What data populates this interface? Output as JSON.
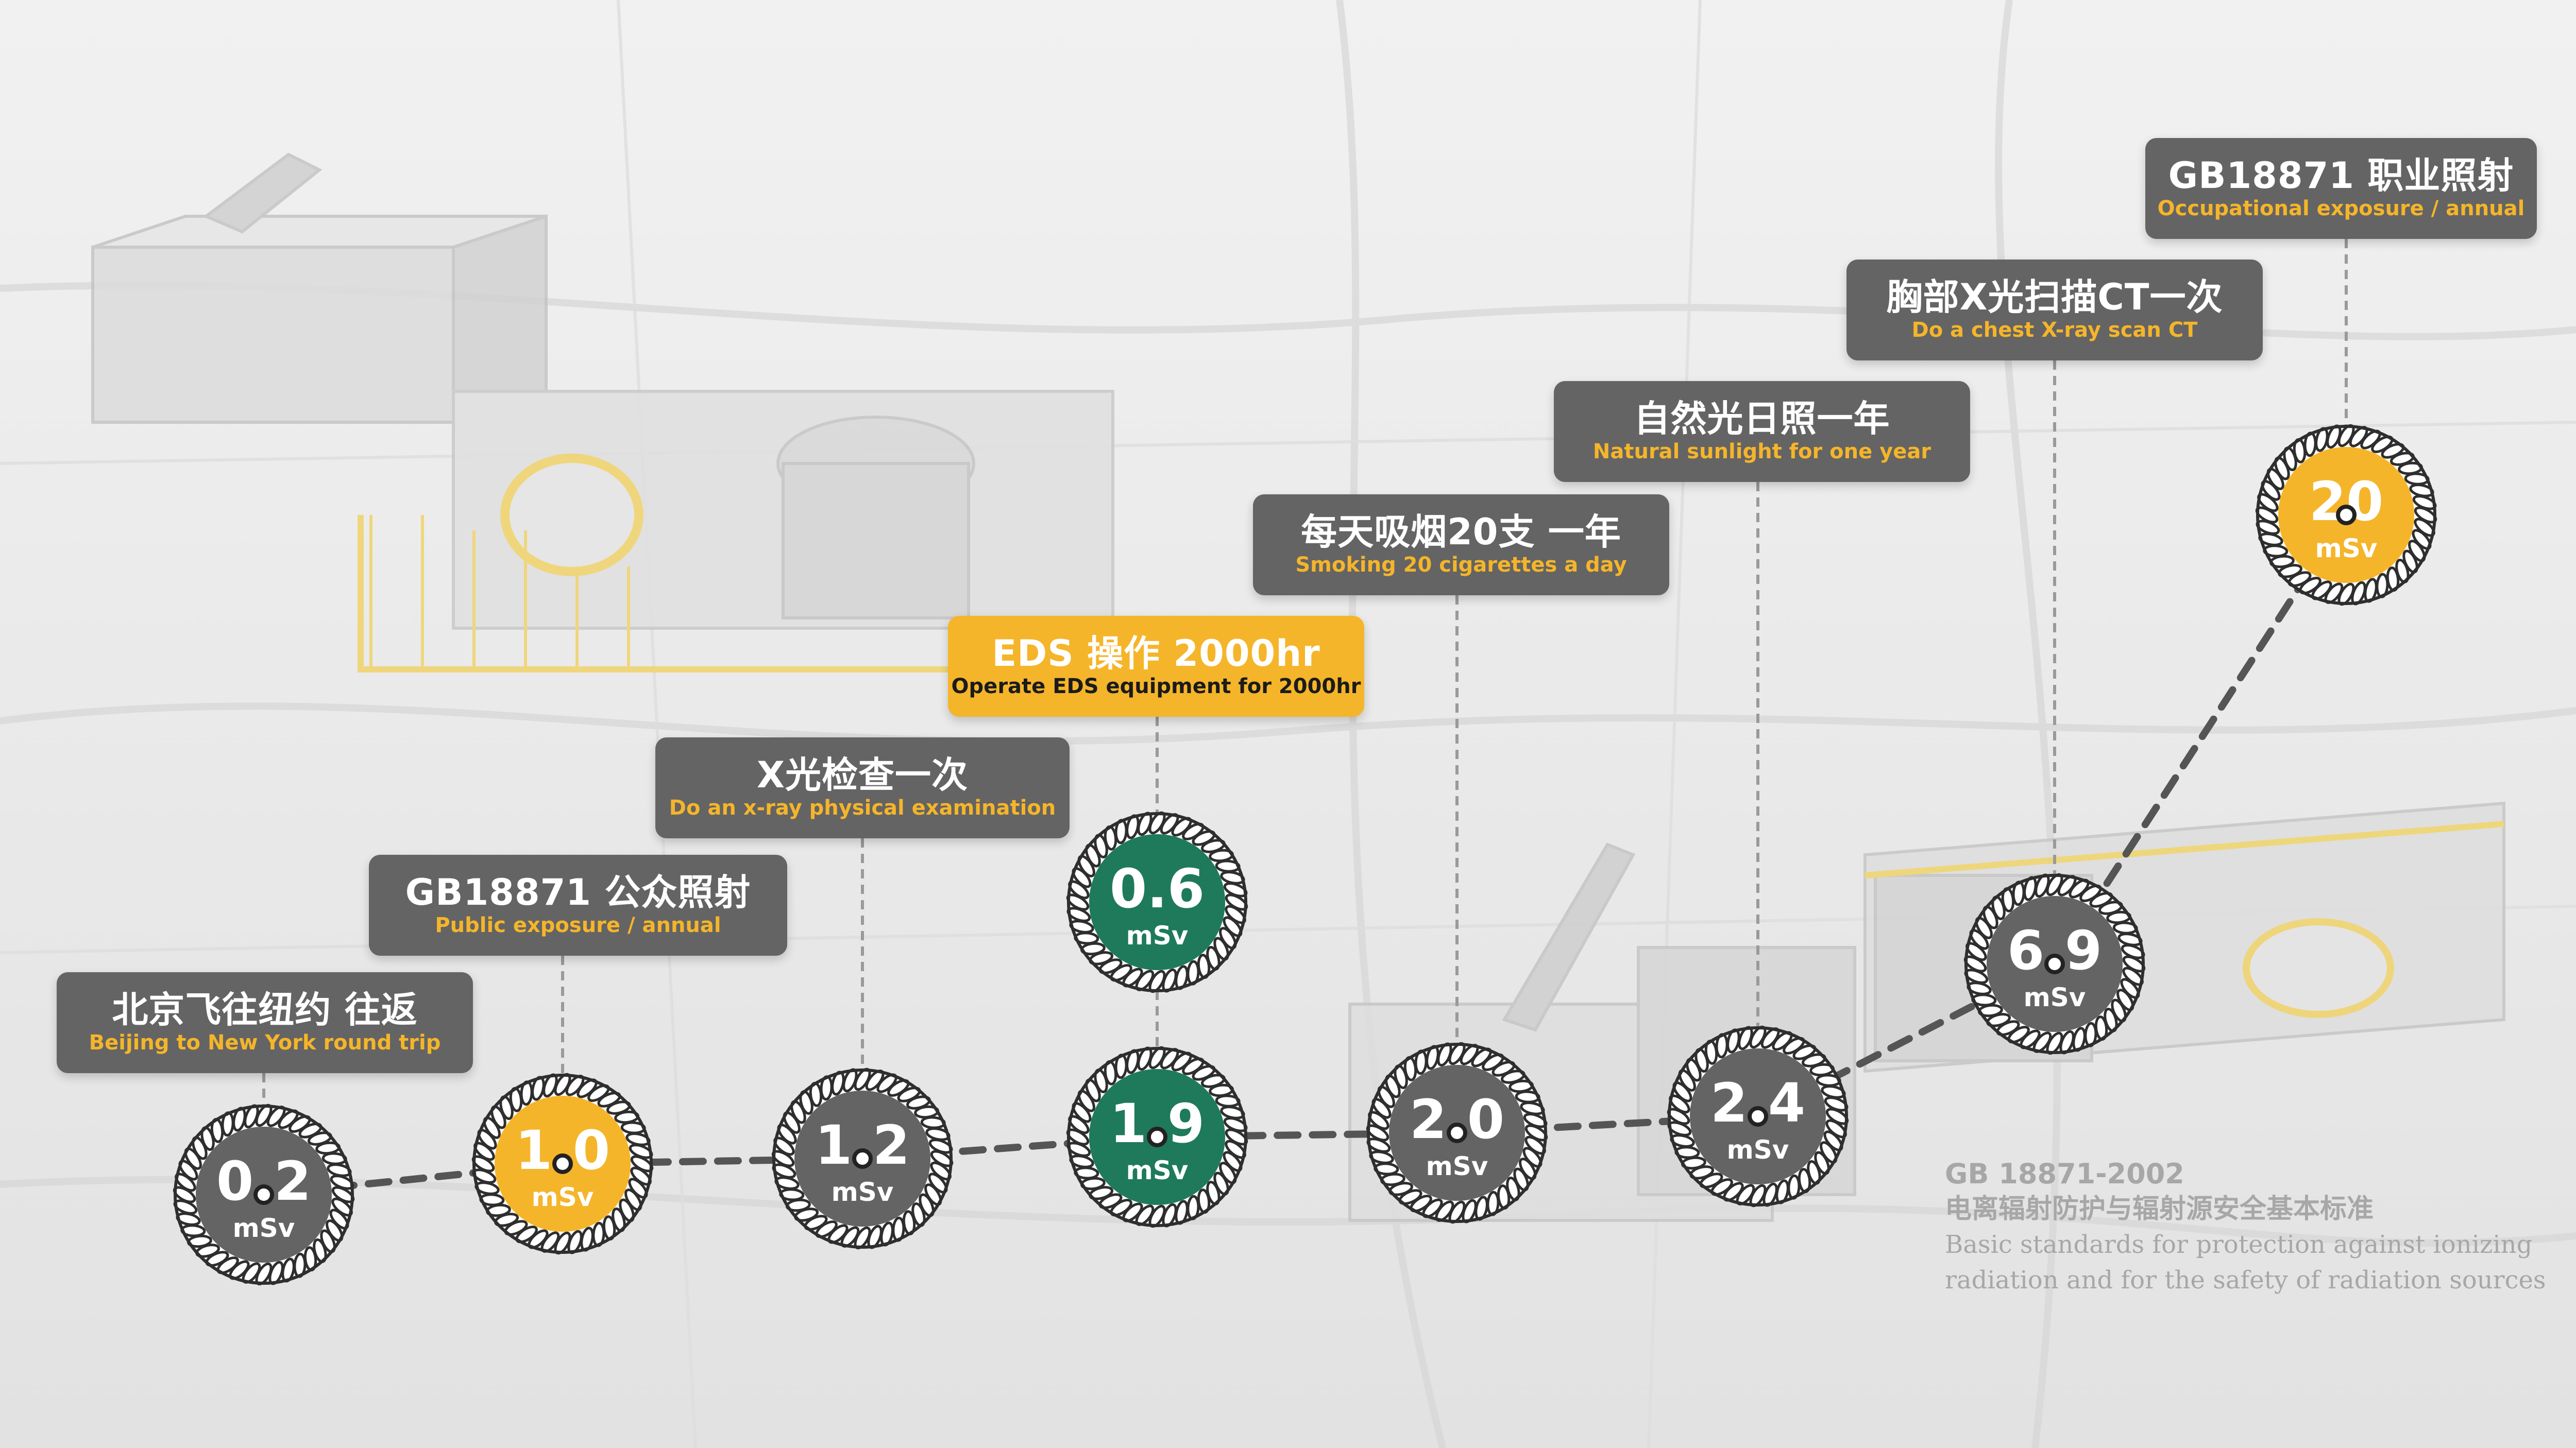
{
  "colors": {
    "dark": "#646464",
    "gold": "#f5b52a",
    "green": "#1e7a5a",
    "line": "#555555"
  },
  "milestones": [
    {
      "id": "flight",
      "value": "0.2",
      "unit": "mSv",
      "color": "dark",
      "zh": "北京飞往纽约 往返",
      "en": "Beijing to New York round trip",
      "label_style": "dark"
    },
    {
      "id": "public",
      "value": "1.0",
      "unit": "mSv",
      "color": "gold",
      "zh": "GB18871 公众照射",
      "en": "Public exposure / annual",
      "label_style": "dark"
    },
    {
      "id": "xray",
      "value": "1.2",
      "unit": "mSv",
      "color": "dark",
      "zh": "X光检查一次",
      "en": "Do an x-ray physical examination",
      "label_style": "dark"
    },
    {
      "id": "eds",
      "value": "1.9",
      "unit": "mSv",
      "color": "green",
      "zh": "EDS 操作 2000hr",
      "en": "Operate EDS equipment for 2000hr",
      "label_style": "gold",
      "extra_value": "0.6"
    },
    {
      "id": "smoking",
      "value": "2.0",
      "unit": "mSv",
      "color": "dark",
      "zh": "每天吸烟20支 一年",
      "en": "Smoking 20 cigarettes a day",
      "label_style": "dark"
    },
    {
      "id": "sunlight",
      "value": "2.4",
      "unit": "mSv",
      "color": "dark",
      "zh": "自然光日照一年",
      "en": "Natural sunlight for one year",
      "label_style": "dark"
    },
    {
      "id": "ct",
      "value": "6.9",
      "unit": "mSv",
      "color": "dark",
      "zh": "胸部X光扫描CT一次",
      "en": "Do a chest X-ray scan CT",
      "label_style": "dark"
    },
    {
      "id": "occupational",
      "value": "20",
      "unit": "mSv",
      "color": "gold",
      "zh": "GB18871 职业照射",
      "en": "Occupational exposure / annual",
      "label_style": "dark"
    }
  ],
  "reference": {
    "code": "GB  18871-2002",
    "title_zh": "电离辐射防护与辐射源安全基本标准",
    "title_en_1": "Basic standards for protection against ionizing",
    "title_en_2": "radiation and for the safety of radiation sources"
  }
}
